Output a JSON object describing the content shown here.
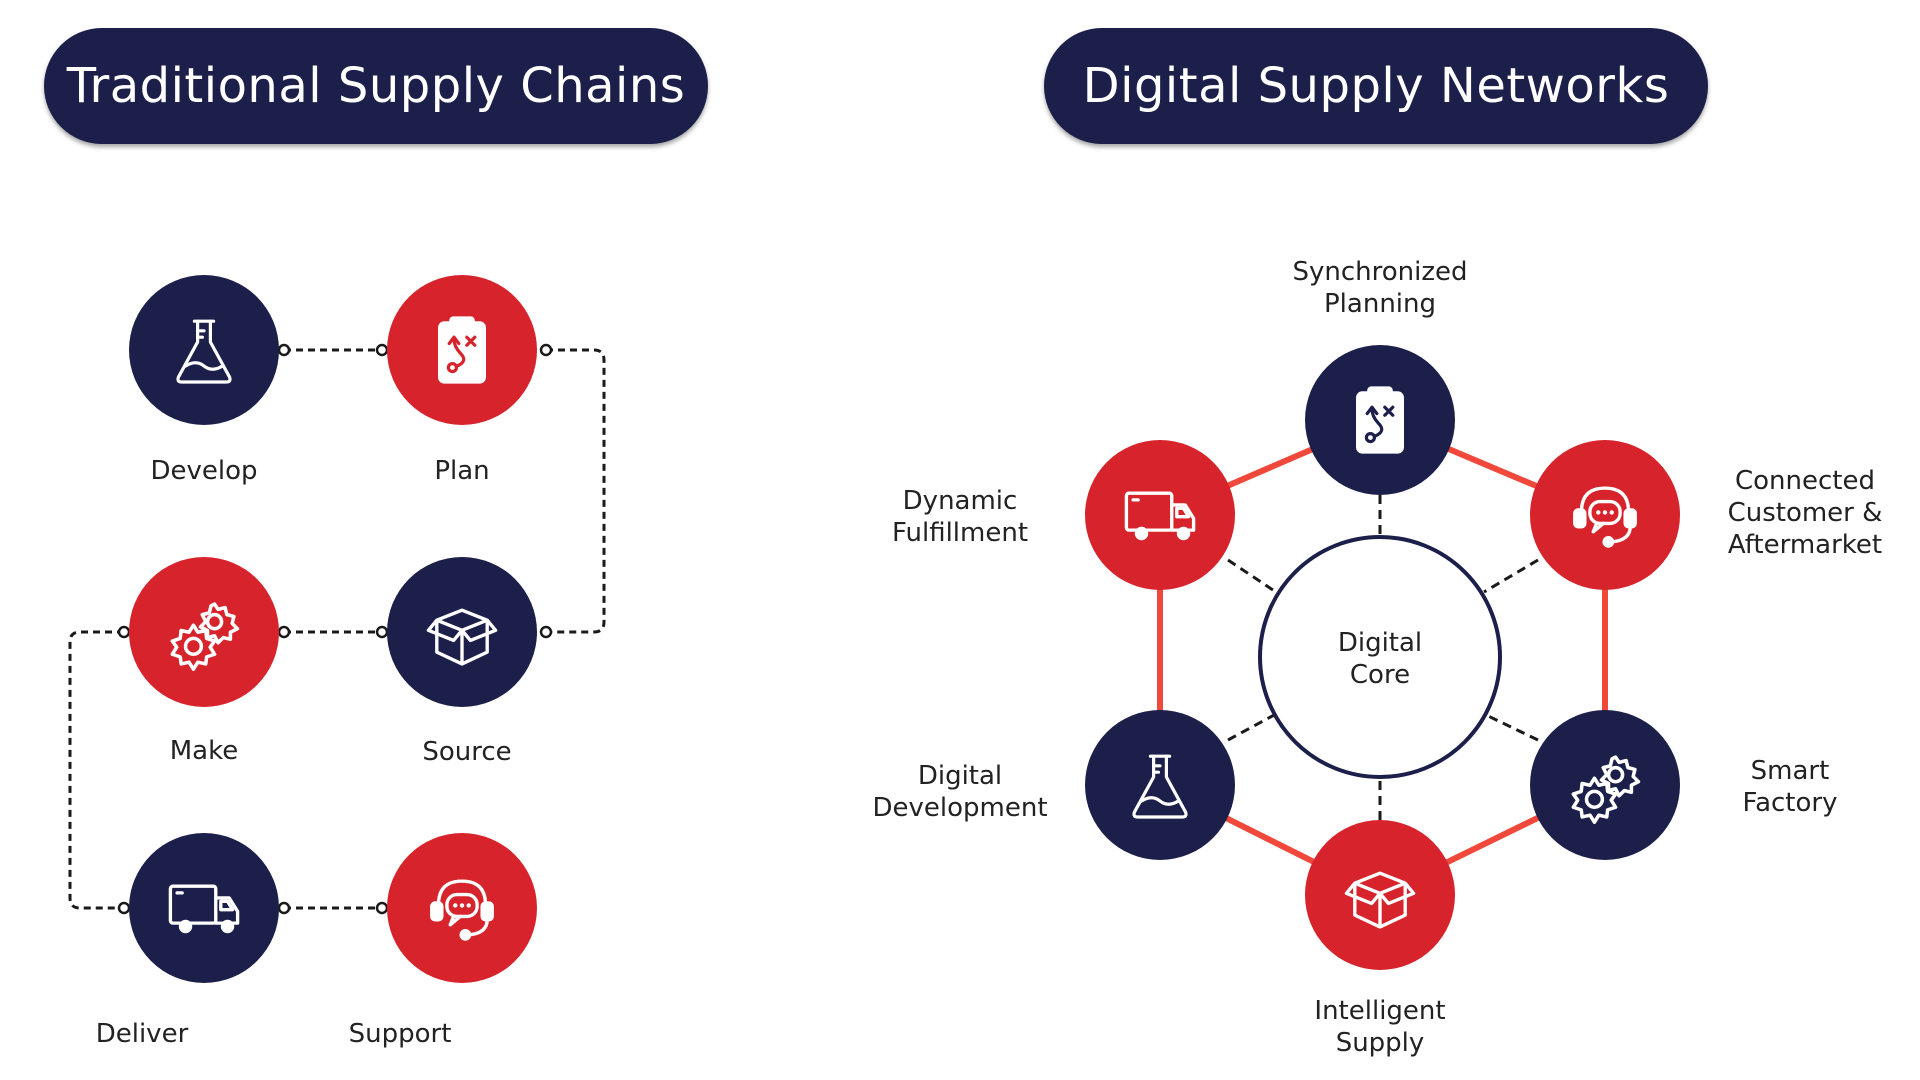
{
  "headers": {
    "left": "Traditional Supply Chains",
    "right": "Digital Supply Networks"
  },
  "colors": {
    "navy": "#1c1f4a",
    "red": "#d7232b",
    "connector": "#f0483a"
  },
  "traditional": {
    "develop": "Develop",
    "plan": "Plan",
    "make": "Make",
    "source": "Source",
    "deliver": "Deliver",
    "support": "Support"
  },
  "digital": {
    "core": "Digital\nCore",
    "planning": "Synchronized\nPlanning",
    "customer": "Connected\nCustomer &\nAftermarket",
    "factory": "Smart\nFactory",
    "supply": "Intelligent\nSupply",
    "development": "Digital\nDevelopment",
    "fulfillment": "Dynamic\nFulfillment"
  }
}
